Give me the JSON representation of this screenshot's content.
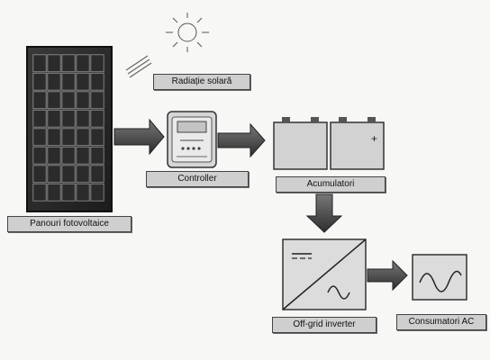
{
  "labels": {
    "solar_radiation": "Radiație solară",
    "pv_panels": "Panouri fotovoltaice",
    "controller": "Controller",
    "batteries": "Acumulatori",
    "inverter": "Off-grid inverter",
    "ac_consumers": "Consumatori AC"
  },
  "battery_terminal_sign": "+"
}
